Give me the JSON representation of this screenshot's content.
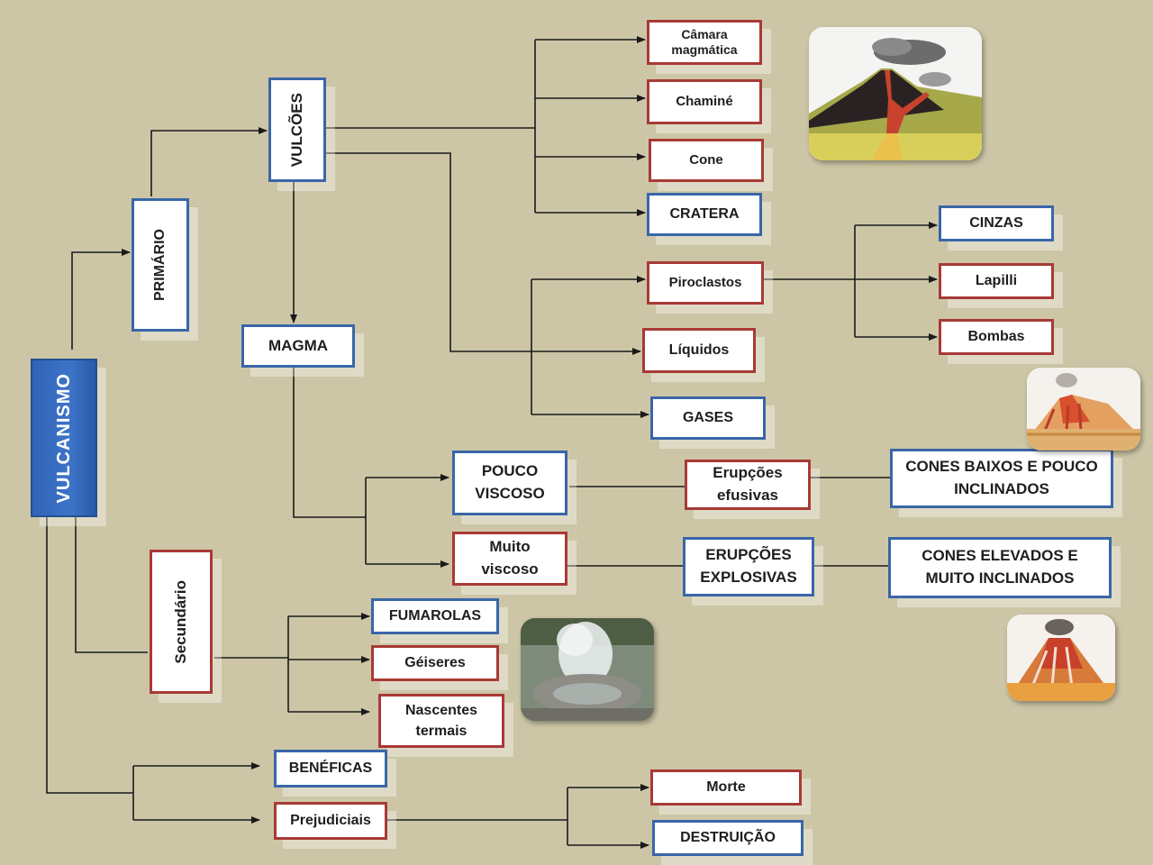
{
  "nodes": {
    "vulcanismo": "VULCANISMO",
    "primario": "PRIMÁRIO",
    "vulcoes": "VULCÕES",
    "magma": "MAGMA",
    "secundario": "Secundário",
    "camara": "Câmara magmática",
    "chamine": "Chaminé",
    "cone": "Cone",
    "cratera": "CRATERA",
    "piroclastos": "Piroclastos",
    "liquidos": "Líquidos",
    "gases": "GASES",
    "cinzas": "CINZAS",
    "lapilli": "Lapilli",
    "bombas": "Bombas",
    "pouco_viscoso": "POUCO VISCOSO",
    "muito_viscoso": "Muito viscoso",
    "erupcoes_efusivas": "Erupções efusivas",
    "erupcoes_explosivas": "ERUPÇÕES EXPLOSIVAS",
    "cones_baixos": "CONES BAIXOS E POUCO INCLINADOS",
    "cones_elevados": "CONES ELEVADOS E MUITO INCLINADOS",
    "fumarolas": "FUMAROLAS",
    "geiseres": "Géiseres",
    "nascentes": "Nascentes termais",
    "beneficas": "BENÉFICAS",
    "prejudiciais": "Prejudiciais",
    "morte": "Morte",
    "destruicao": "DESTRUIÇÃO"
  },
  "images": {
    "volcano_section": "volcano-cross-section-illustration",
    "shield_volcano": "shield-volcano-illustration",
    "steep_volcano": "stratovolcano-illustration",
    "geyser": "geyser-photo"
  },
  "colors": {
    "background": "#cdc6a6",
    "blue_border": "#3a66a8",
    "red_border": "#a83a36",
    "root_fill": "#2f63b8",
    "line": "#1a1a1a"
  }
}
